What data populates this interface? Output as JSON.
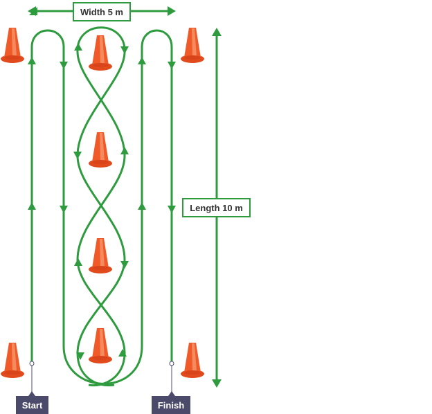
{
  "labels": {
    "width": "Width 5 m",
    "length": "Length 10 m",
    "start": "Start",
    "finish": "Finish"
  },
  "colors": {
    "path": "#2e9b3e",
    "cone": "#f05a28",
    "tag": "#4b4a6b"
  }
}
